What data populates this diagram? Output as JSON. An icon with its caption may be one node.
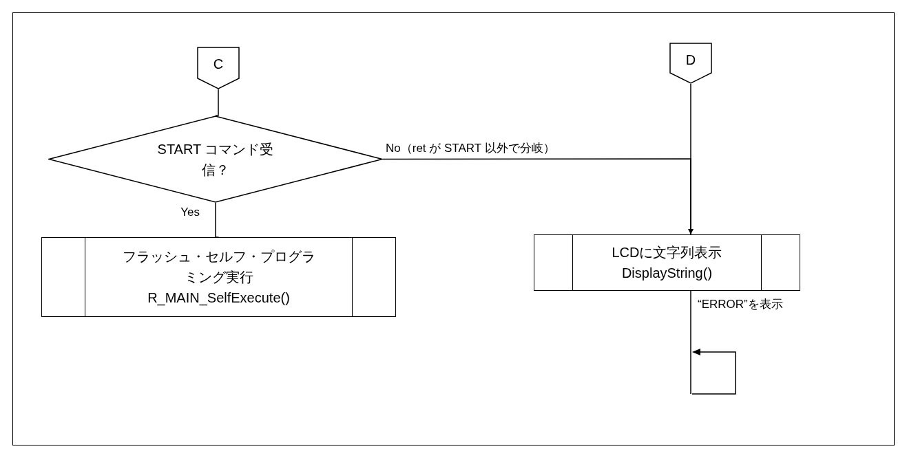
{
  "diagram": {
    "nodes": [
      {
        "text": [
          "C"
        ]
      },
      {
        "text": [
          "D"
        ]
      },
      {
        "text": [
          "START コマンド受信？"
        ]
      },
      {
        "text": [
          "フラッシュ・セルフ・プログラミング実行",
          "R_MAIN_SelfExecute()"
        ]
      },
      {
        "text": [
          "LCDに文字列表示",
          "DisplayString()"
        ]
      }
    ],
    "edges": [
      {
        "from": 0,
        "to": 2,
        "arrow": "none"
      },
      {
        "from": 2,
        "to": 3,
        "arrow": "none",
        "label": "Yes"
      },
      {
        "from": 2,
        "to": 4,
        "arrow": "none",
        "label": "No（ret が START 以外で分岐）"
      },
      {
        "from": 1,
        "to": 4,
        "arrow": "to"
      },
      {
        "from": 4,
        "to": null,
        "arrow": "none",
        "label": "“ERROR”を表示"
      }
    ]
  }
}
